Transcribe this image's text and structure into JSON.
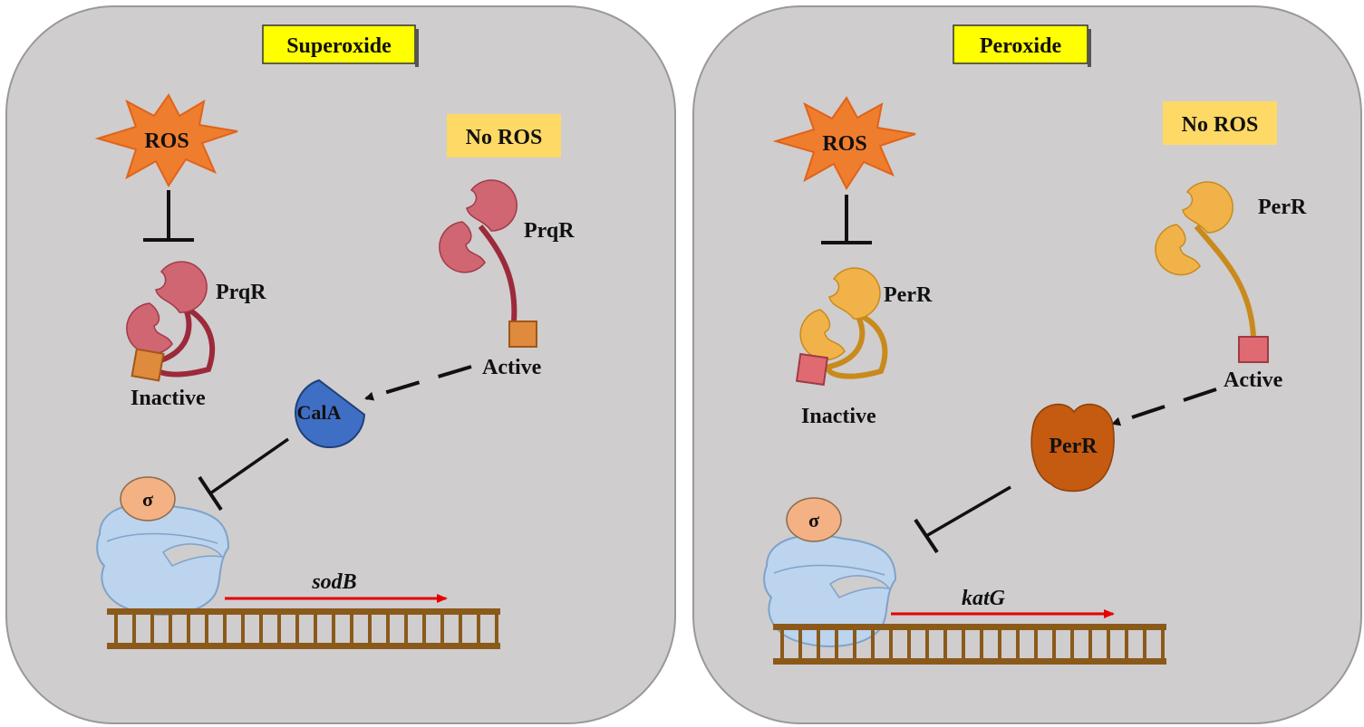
{
  "panels": [
    {
      "title": "Superoxide",
      "ros": "ROS",
      "no_ros": "No ROS",
      "regulator_inactive": "PrqR",
      "regulator_active": "PrqR",
      "state_inactive": "Inactive",
      "state_active": "Active",
      "effector": "CalA",
      "sigma": "σ",
      "gene": "sodB"
    },
    {
      "title": "Peroxide",
      "ros": "ROS",
      "no_ros": "No ROS",
      "regulator_inactive": "PerR",
      "regulator_active": "PerR",
      "state_inactive": "Inactive",
      "state_active": "Active",
      "effector": "PerR",
      "sigma": "σ",
      "gene": "katG"
    }
  ],
  "colors": {
    "panel_bg": "#cfcdce",
    "title_box": "#ffff00",
    "no_ros_box": "#ffd966",
    "ros_star": "#ef7d2e",
    "prqr": "#d06672",
    "prqr_stroke": "#9c2a3a",
    "perr": "#f2b24a",
    "perr_stroke": "#c98a1c",
    "cala": "#3f6fc4",
    "perr_dimer": "#c55a11",
    "sigma": "#f4b183",
    "polymerase": "#bcd4ee",
    "dna": "#8b5a1a",
    "gene_arrow": "#e60000"
  }
}
